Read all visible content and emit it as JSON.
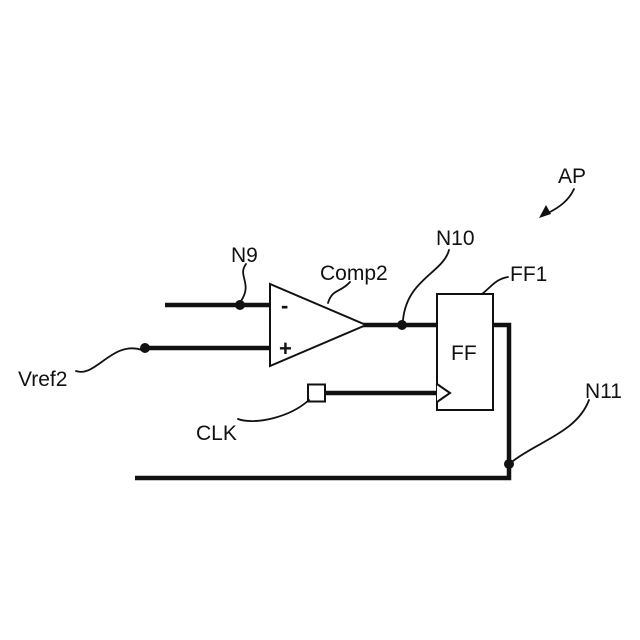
{
  "figure": {
    "labels": {
      "n9": "N9",
      "vref2": "Vref2",
      "comp2": "Comp2",
      "n10": "N10",
      "ff1": "FF1",
      "ff_box": "FF",
      "clk": "CLK",
      "n11": "N11",
      "ap": "AP",
      "minus_input": "-",
      "plus_input": "+"
    },
    "colors": {
      "line": "#111111",
      "background": "#ffffff"
    }
  }
}
